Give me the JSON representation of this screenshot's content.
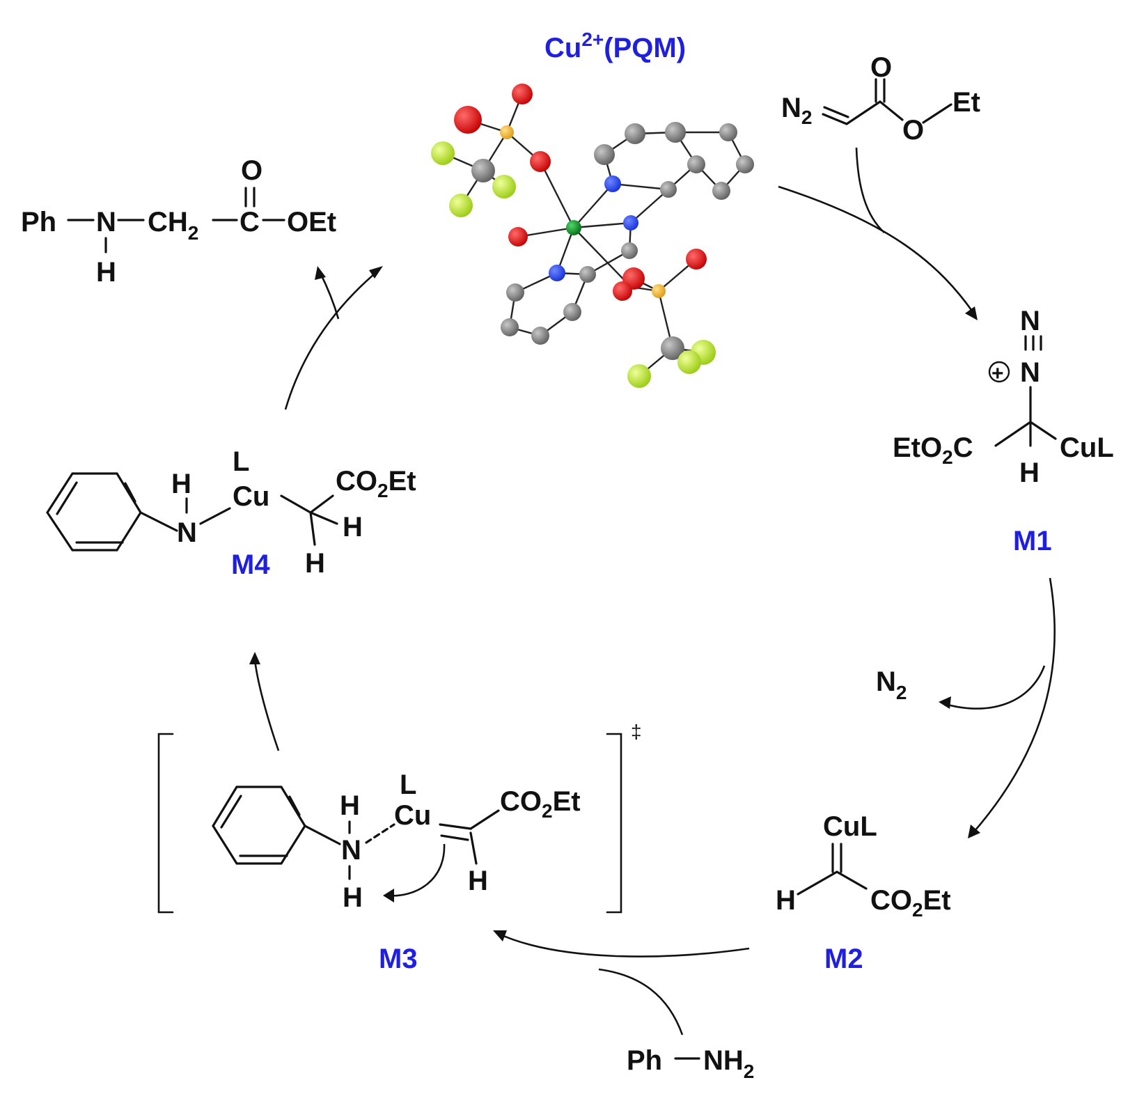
{
  "catalyst": {
    "label_main": "Cu",
    "label_sup": "2+",
    "label_rest": "(PQM)"
  },
  "reagent_diazo": {
    "n2": "N",
    "n2_sub": "2",
    "o_carbonyl": "O",
    "o_ester": "O",
    "et": "Et"
  },
  "m1": {
    "n_top": "N",
    "n_mid": "N",
    "plus": "+",
    "left_group": "EtO",
    "left_sub": "2",
    "left_c": "C",
    "right_group": "CuL",
    "h": "H",
    "label": "M1"
  },
  "n2_release": {
    "text": "N",
    "sub": "2"
  },
  "m2": {
    "cul": "CuL",
    "h": "H",
    "ester": "CO",
    "ester_sub": "2",
    "ester_et": "Et",
    "label": "M2"
  },
  "aniline": {
    "ph": "Ph",
    "nh": "NH",
    "nh_sub": "2"
  },
  "m3": {
    "h_top": "H",
    "n": "N",
    "h_bottom": "H",
    "l": "L",
    "cu": "Cu",
    "ester": "CO",
    "ester_sub": "2",
    "ester_et": "Et",
    "h_alkene": "H",
    "dagger": "‡",
    "label": "M3"
  },
  "m4": {
    "h_nh": "H",
    "n": "N",
    "l": "L",
    "cu": "Cu",
    "ester": "CO",
    "ester_sub": "2",
    "ester_et": "Et",
    "h1": "H",
    "h2": "H",
    "label": "M4"
  },
  "product": {
    "ph": "Ph",
    "n": "N",
    "h": "H",
    "ch": "CH",
    "ch_sub": "2",
    "c": "C",
    "o": "O",
    "oet": "OEt"
  },
  "colors": {
    "label_blue": "#1f1fe0",
    "carbon": "#7a7a7a",
    "nitrogen": "#1f3fff",
    "oxygen": "#e00000",
    "sulfur": "#f2b21e",
    "fluorine": "#b6e51a",
    "copper": "#0a8a1e"
  }
}
